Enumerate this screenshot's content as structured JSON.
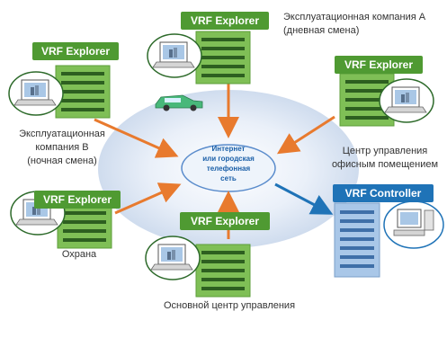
{
  "network": {
    "label_line1": "Интернет",
    "label_line2": "или городская",
    "label_line3": "телефонная",
    "label_line4": "сеть"
  },
  "nodes": {
    "top": {
      "tag": "VRF Explorer",
      "line1": "Эксплуатационная компания А",
      "line2": "(дневная смена)"
    },
    "left_upper": {
      "tag": "VRF Explorer",
      "line1": "Эксплуатационная",
      "line2": "компания В",
      "line3": "(ночная смена)"
    },
    "right_upper": {
      "tag": "VRF Explorer",
      "line1": "Центр управления",
      "line2": "офисным помещением"
    },
    "left_lower": {
      "tag": "VRF Explorer",
      "line1": "Охрана"
    },
    "bottom": {
      "tag": "VRF Explorer",
      "line1": "Основной центр управления"
    },
    "right_lower": {
      "tag": "VRF Controller"
    }
  },
  "colors": {
    "green_tag": "#4f9a32",
    "blue_tag": "#1f73b7",
    "arrow_orange": "#e87a2e",
    "arrow_blue": "#1f73b7",
    "network": "#dfe8f5"
  }
}
